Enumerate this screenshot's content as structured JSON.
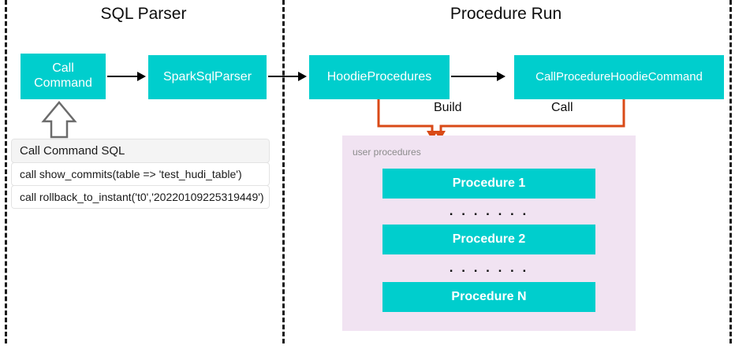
{
  "diagram": {
    "title_left": "SQL Parser",
    "title_right": "Procedure Run",
    "separator_icon": "dashed-vertical-divider"
  },
  "sql_parser": {
    "nodes": [
      {
        "id": "call-command",
        "label": "Call\nCommand",
        "line1": "Call",
        "line2": "Command"
      },
      {
        "id": "spark-sql-parser",
        "label": "SparkSqlParser"
      }
    ],
    "input_arrow_icon": "hollow-up-arrow",
    "sql_table": {
      "header": "Call Command SQL",
      "rows": [
        "call show_commits(table => 'test_hudi_table')",
        "call rollback_to_instant('t0','20220109225319449')"
      ]
    }
  },
  "procedure_run": {
    "nodes": [
      {
        "id": "hoodie-procedures",
        "label": "HoodieProcedures"
      },
      {
        "id": "call-procedure-hoodie-command",
        "label": "CallProcedureHoodieCommand"
      }
    ],
    "edge_labels": {
      "build": "Build",
      "call": "Call"
    },
    "user_procedures": {
      "panel_label": "user procedures",
      "items": [
        {
          "label": "Procedure 1"
        },
        {
          "label": "Procedure 2"
        },
        {
          "label": "Procedure N"
        }
      ],
      "ellipsis": ". . . . . . ."
    }
  },
  "colors": {
    "node_fill": "#00cecd",
    "node_text": "#ffffff",
    "panel_fill": "#f1e3f2",
    "orange_connector": "#d94a17",
    "arrow_black": "#000000",
    "divider": "#1a1a1a",
    "table_header_fill": "#f4f4f4"
  }
}
